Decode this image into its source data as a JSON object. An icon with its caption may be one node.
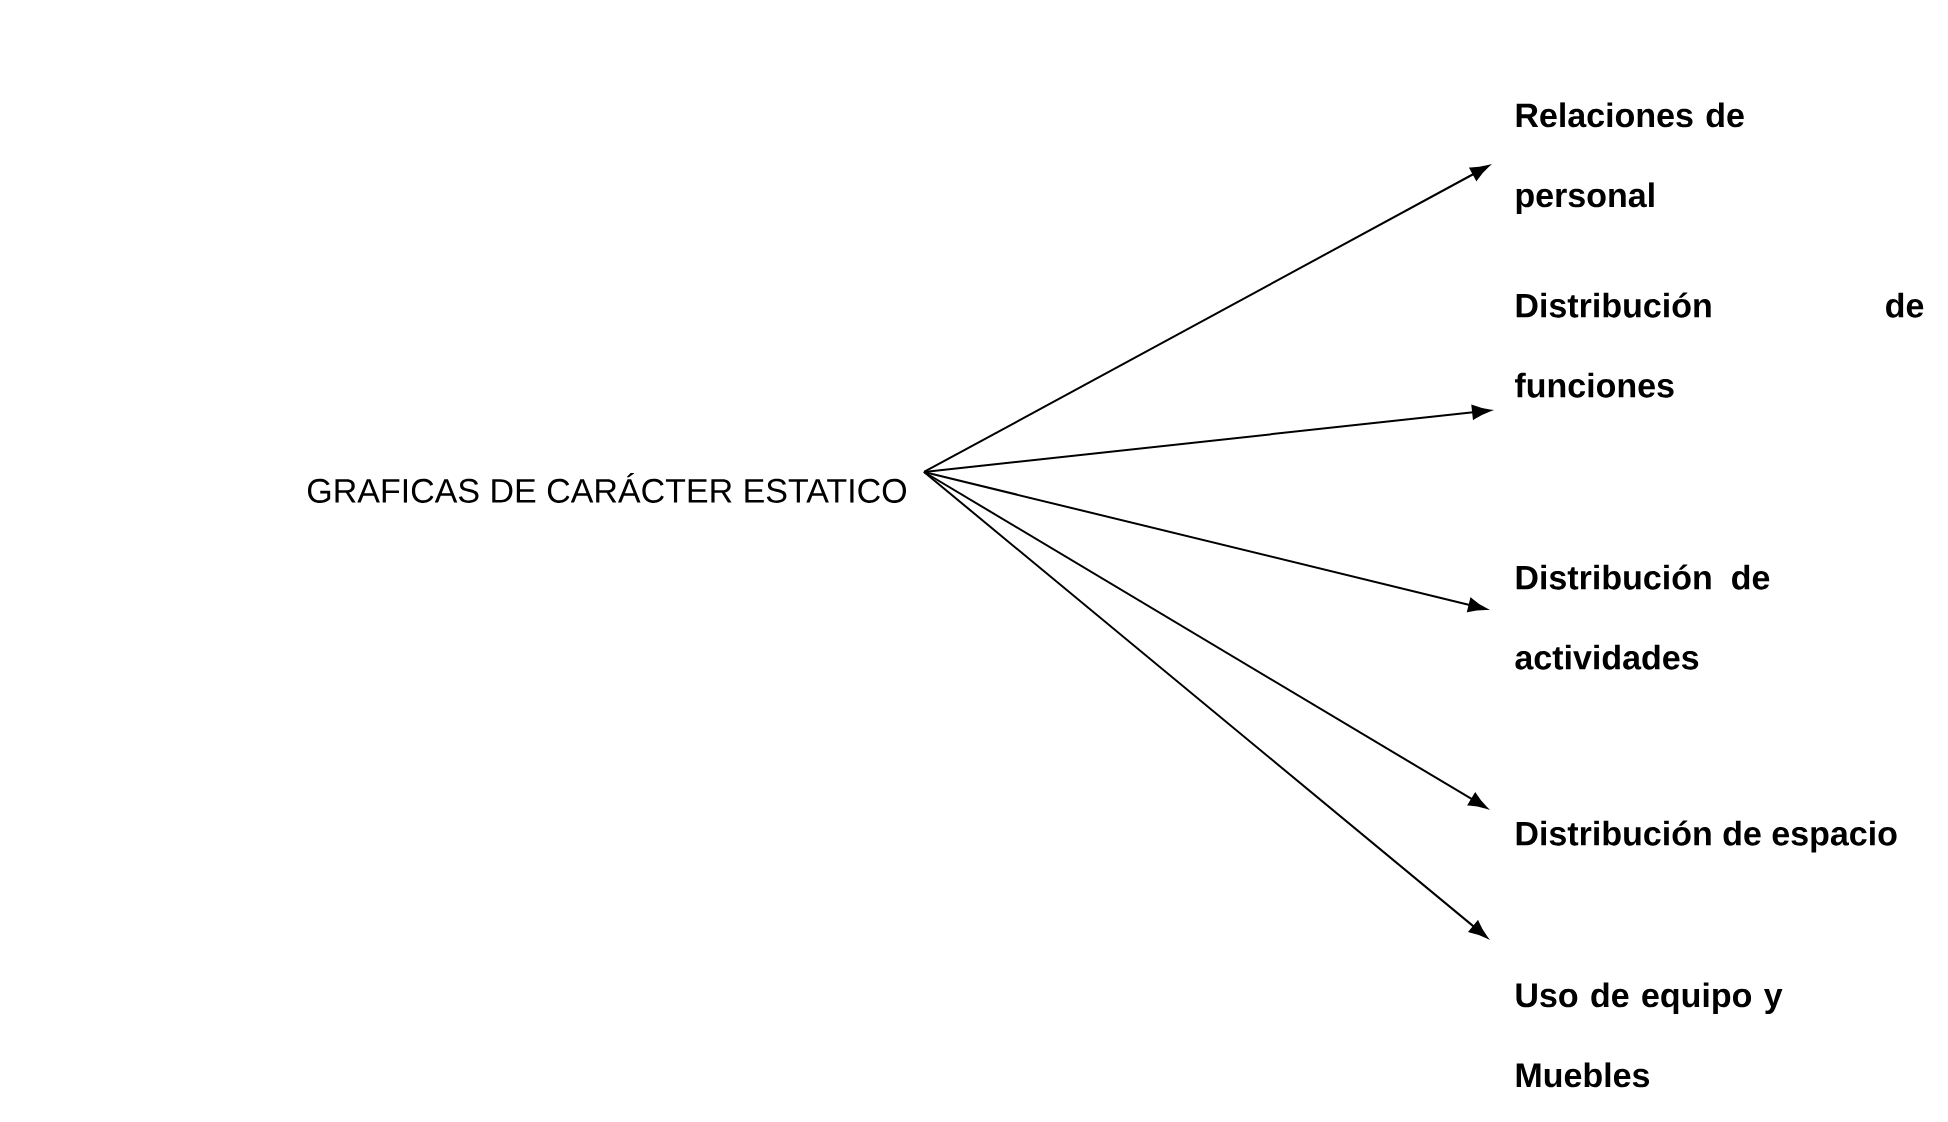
{
  "diagram": {
    "nodes": [
      {
        "text": [
          "GRAFICAS DE CARÁCTER ESTATICO"
        ]
      },
      {
        "text": [
          "Relaciones de personal"
        ]
      },
      {
        "text": [
          "Distribución de funciones"
        ]
      },
      {
        "text": [
          "Distribución de actividades"
        ]
      },
      {
        "text": [
          "Distribución de espacio"
        ]
      },
      {
        "text": [
          "Uso de equipo y Muebles"
        ]
      }
    ],
    "edges": [
      {
        "from": 0,
        "to": 1,
        "arrow": "to"
      },
      {
        "from": 0,
        "to": 2,
        "arrow": "to"
      },
      {
        "from": 0,
        "to": 3,
        "arrow": "to"
      },
      {
        "from": 0,
        "to": 4,
        "arrow": "to"
      },
      {
        "from": 0,
        "to": 5,
        "arrow": "to"
      }
    ]
  }
}
